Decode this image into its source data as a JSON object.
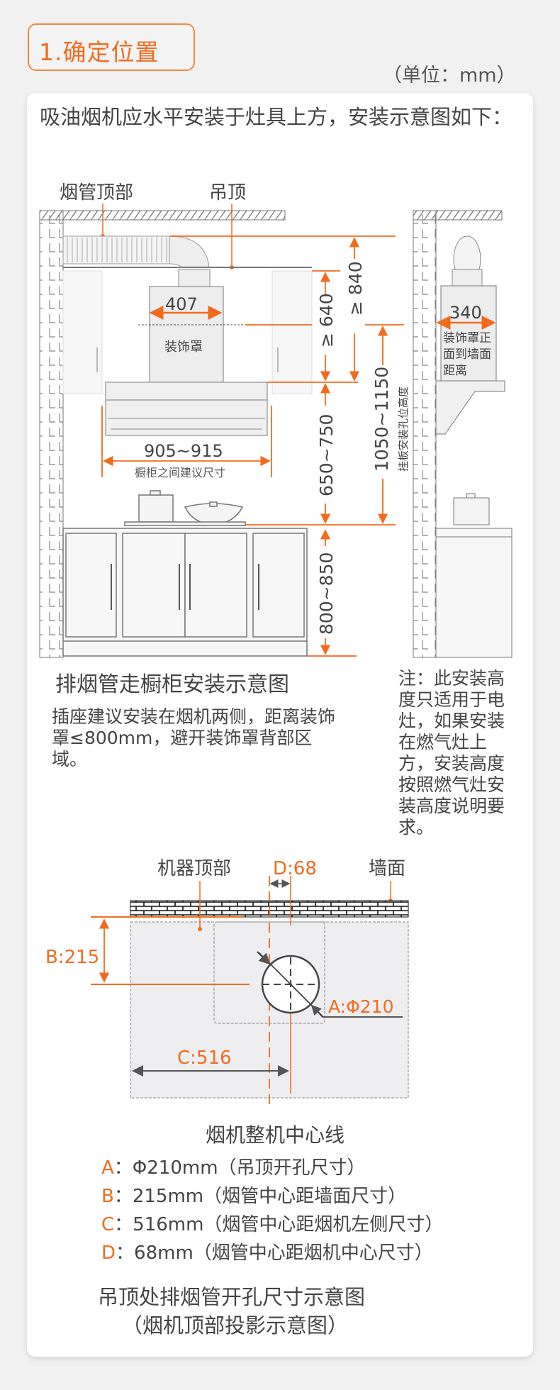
{
  "header": {
    "title": "1.确定位置",
    "unit": "（单位：mm）"
  },
  "intro": "吸油烟机应水平安装于灶具上方，安装示意图如下：",
  "diagram1": {
    "label_duct_top": "烟管顶部",
    "label_ceiling": "吊顶",
    "dim_407": "407",
    "cover_label": "装饰罩",
    "dim_640": "≥ 640",
    "dim_840": "≥ 840",
    "dim_1050": "1050~1150",
    "dim_1050_note": "挂板安装孔位高度",
    "dim_650": "650~750",
    "dim_800": "800~850",
    "dim_905": "905~915",
    "dim_905_note": "橱柜之间建议尺寸",
    "side_dim_340": "340",
    "side_note": [
      "装饰罩正",
      "面到墙面",
      "距离"
    ],
    "caption": "排烟管走橱柜安装示意图",
    "socket_note": "插座建议安装在烟机两侧，距离装饰罩≤800mm，避开装饰罩背部区域。",
    "right_note": "注：此安装高度只适用于电灶，如果安装在燃气灶上方，安装高度按照燃气灶安装高度说明要求。"
  },
  "diagram2": {
    "label_machine_top": "机器顶部",
    "label_d": "D:68",
    "label_wall": "墙面",
    "label_b": "B:215",
    "label_a": "A:Φ210",
    "label_c": "C:516",
    "center_line": "烟机整机中心线",
    "legend": [
      {
        "key": "A",
        "text": "：Φ210mm（吊顶开孔尺寸）"
      },
      {
        "key": "B",
        "text": "：215mm（烟管中心距墙面尺寸）"
      },
      {
        "key": "C",
        "text": "：516mm（烟管中心距烟机左侧尺寸）"
      },
      {
        "key": "D",
        "text": "：68mm（烟管中心距烟机中心尺寸）"
      }
    ],
    "caption_line1": "吊顶处排烟管开孔尺寸示意图",
    "caption_line2": "（烟机顶部投影示意图）"
  },
  "colors": {
    "accent": "#f26b1d",
    "line": "#777777"
  }
}
